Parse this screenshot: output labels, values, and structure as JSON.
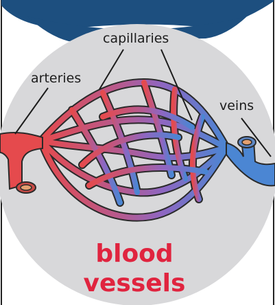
{
  "diagram": {
    "title_lines": [
      "blood",
      "vessels"
    ],
    "labels": {
      "capillaries": "capillaries",
      "arteries": "arteries",
      "veins": "veins"
    },
    "colors": {
      "banner": "#1d4f7f",
      "circle": "#d8d8da",
      "artery": "#e54a4d",
      "vein": "#4b86d3",
      "capillary_mid": "#9a62b7",
      "outline": "#2a2a2a",
      "title": "#e0243f"
    }
  }
}
